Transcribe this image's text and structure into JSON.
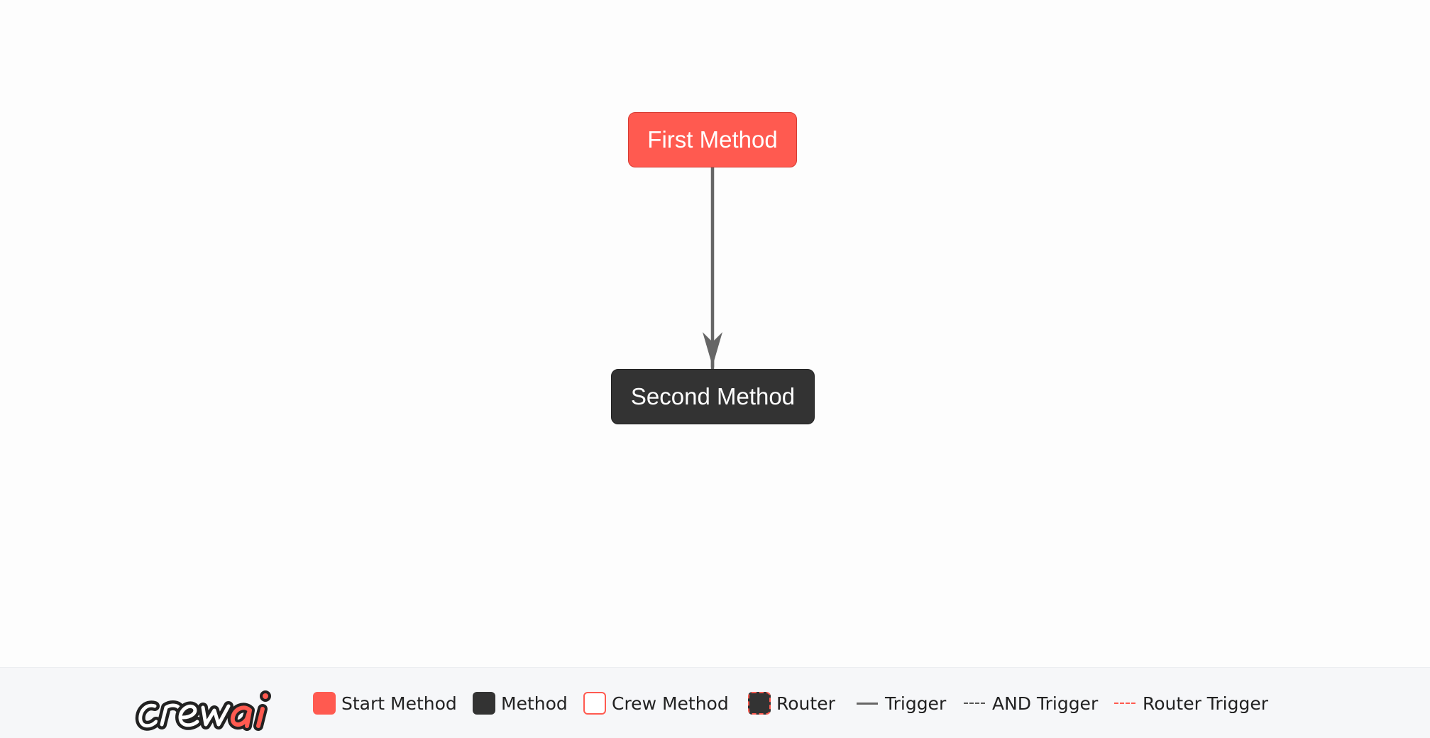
{
  "diagram": {
    "nodes": [
      {
        "id": "first",
        "label": "First Method",
        "kind": "start",
        "fill": "#ff5a50"
      },
      {
        "id": "second",
        "label": "Second Method",
        "kind": "method",
        "fill": "#333333"
      }
    ],
    "edges": [
      {
        "from": "first",
        "to": "second",
        "kind": "trigger",
        "color": "#666666"
      }
    ]
  },
  "legend": {
    "logo_icon": "crewai-logo",
    "items": [
      {
        "label": "Start Method",
        "icon": "start-method-swatch",
        "color": "#ff5a50"
      },
      {
        "label": "Method",
        "icon": "method-swatch",
        "color": "#333333"
      },
      {
        "label": "Crew Method",
        "icon": "crew-method-swatch",
        "color": "#ff5a50"
      },
      {
        "label": "Router",
        "icon": "router-swatch",
        "color": "#333333"
      },
      {
        "label": "Trigger",
        "icon": "solid-line",
        "color": "#666666"
      },
      {
        "label": "AND Trigger",
        "icon": "dashed-line",
        "color": "#555555"
      },
      {
        "label": "Router Trigger",
        "icon": "red-dashed-line",
        "color": "#ff5a50"
      }
    ]
  }
}
